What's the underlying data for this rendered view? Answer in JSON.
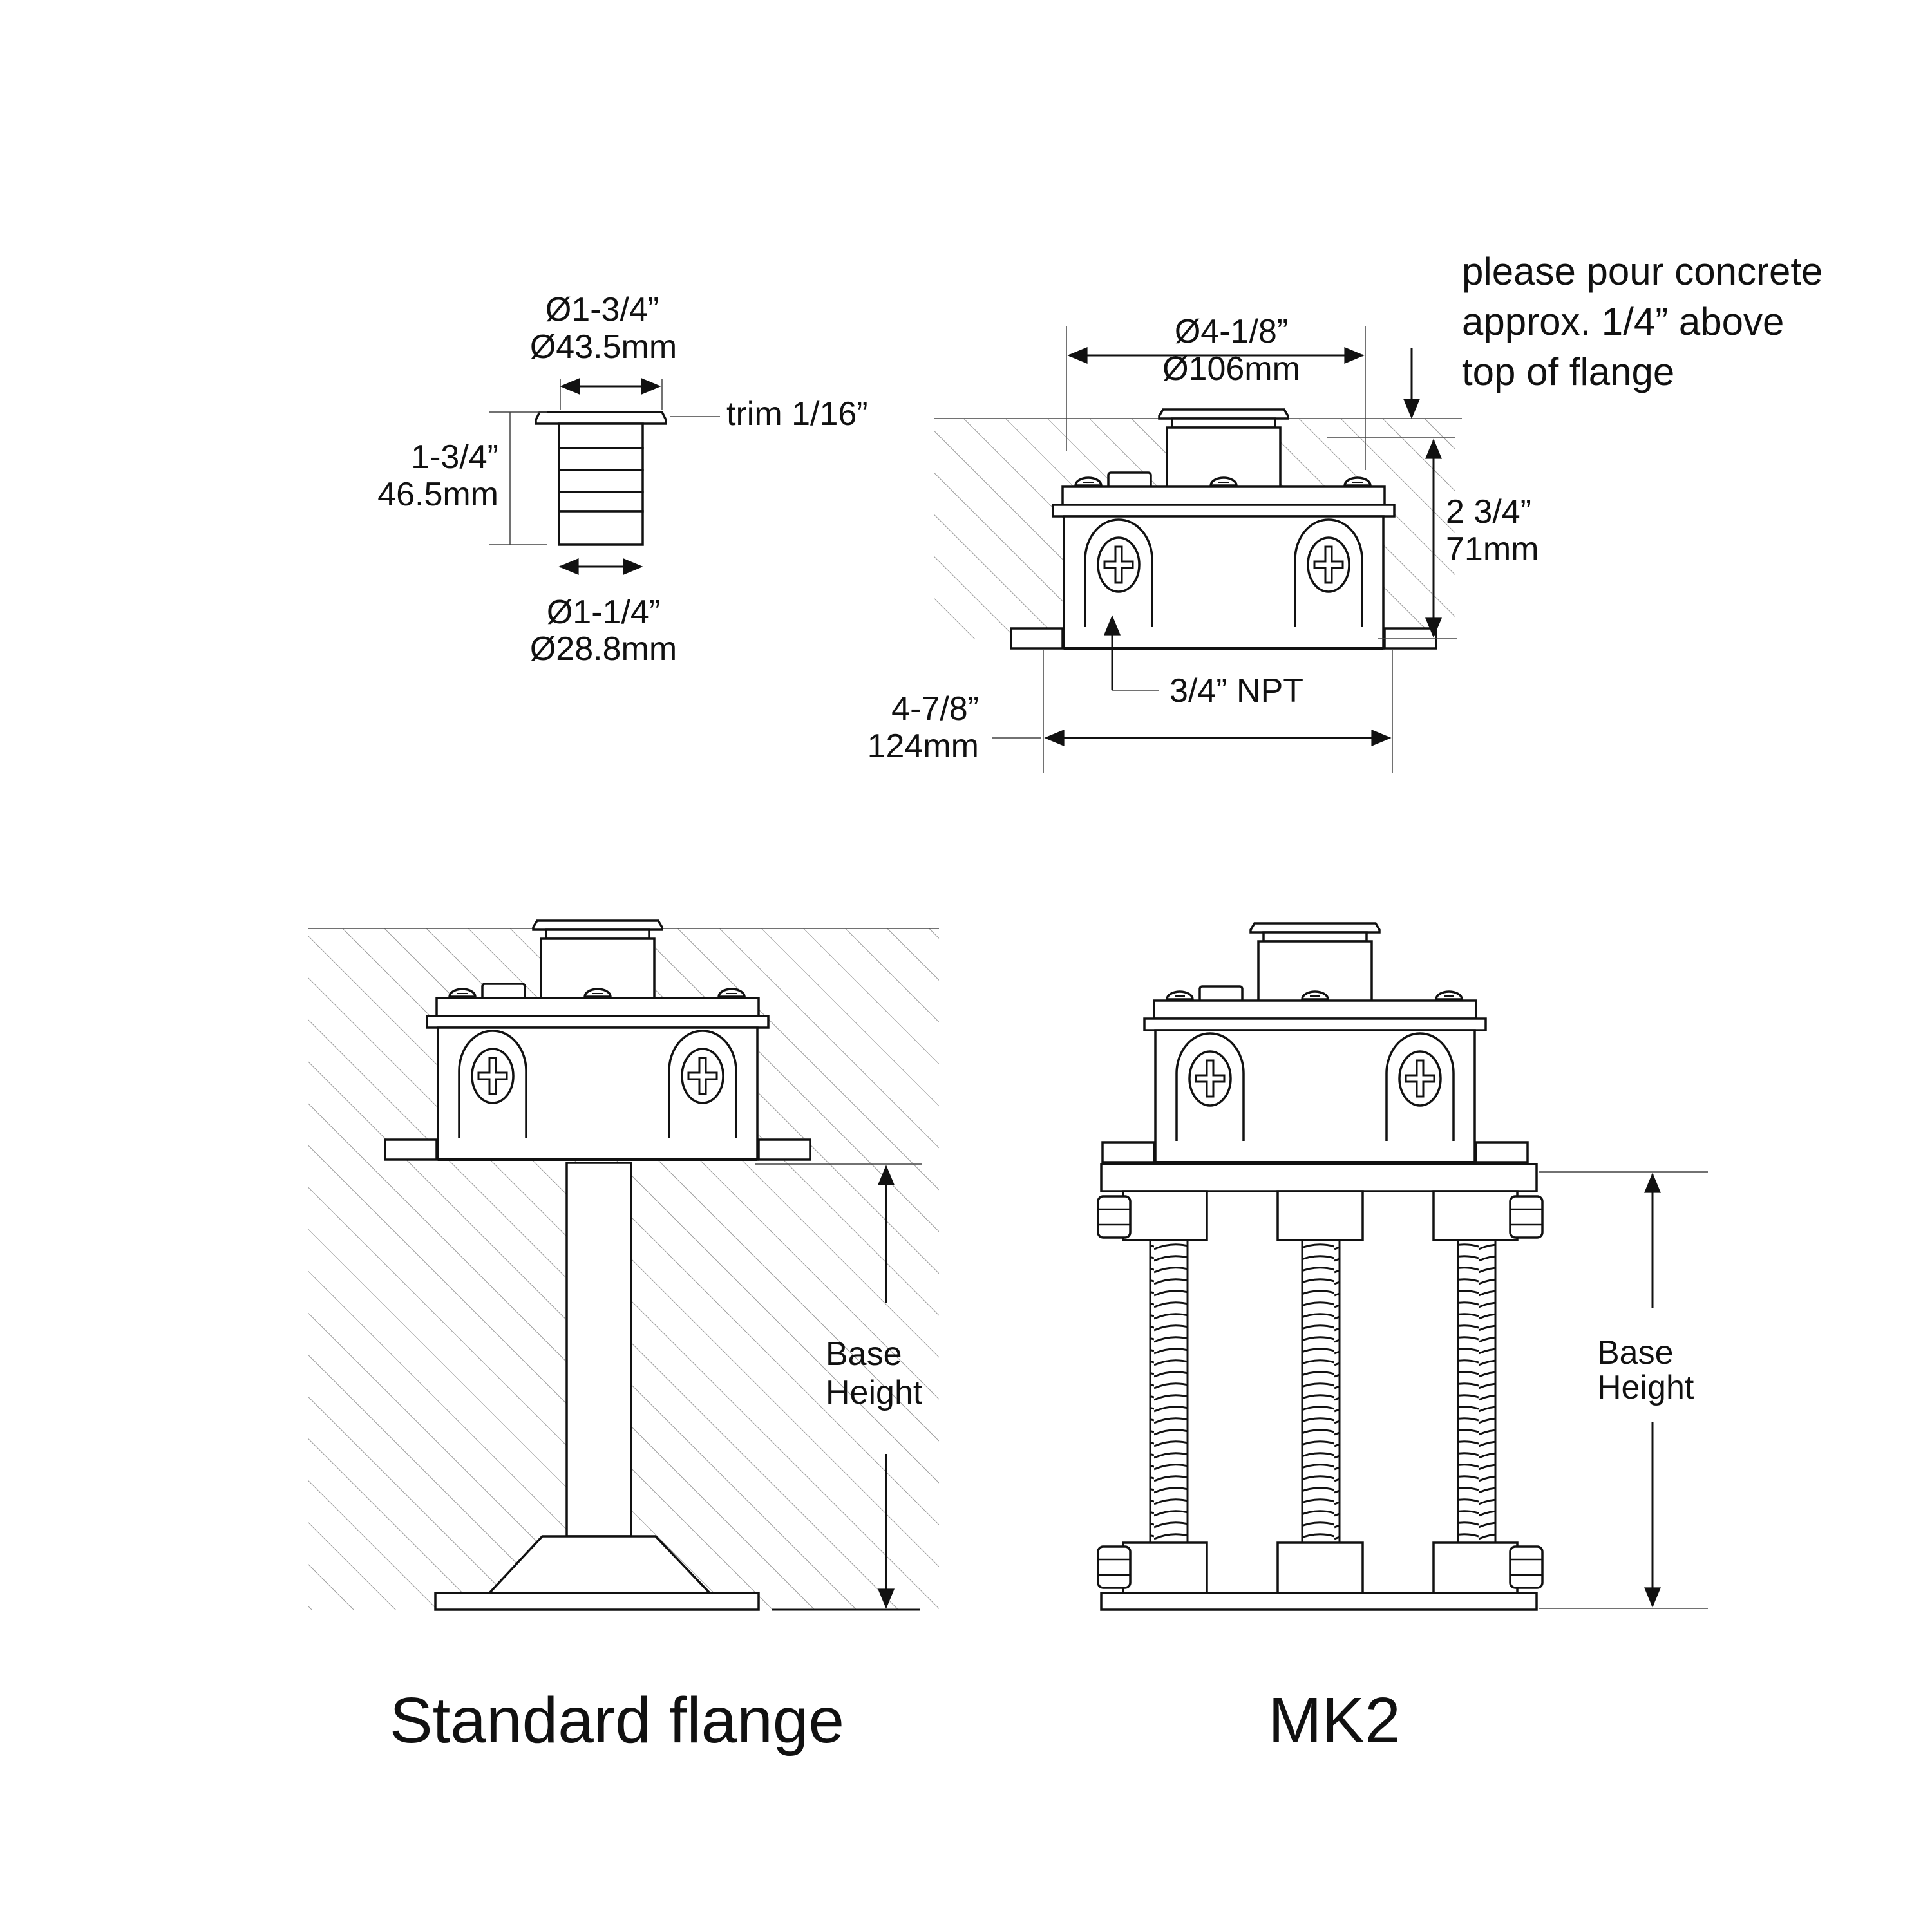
{
  "trim_view": {
    "top_diameter": [
      "Ø1-3/4”",
      "Ø43.5mm"
    ],
    "height": [
      "1-3/4”",
      "46.5mm"
    ],
    "trim_note": "trim 1/16”",
    "bottom_diameter": [
      "Ø1-1/4”",
      "Ø28.8mm"
    ]
  },
  "housing_view": {
    "top_diameter": [
      "Ø4-1/8”",
      "Ø106mm"
    ],
    "concrete_note": [
      "please pour concrete",
      "approx. 1/4” above",
      "top of flange"
    ],
    "height": [
      "2 3/4”",
      "71mm"
    ],
    "npt": "3/4” NPT",
    "width": [
      "4-7/8”",
      "124mm"
    ]
  },
  "standard_view": {
    "base_height": [
      "Base",
      "Height"
    ],
    "caption": "Standard flange"
  },
  "mk2_view": {
    "base_height": [
      "Base",
      "Height"
    ],
    "caption": "MK2"
  }
}
